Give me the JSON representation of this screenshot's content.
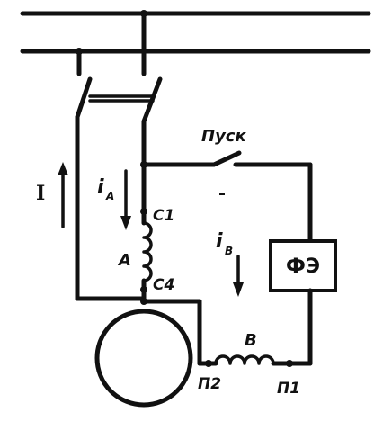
{
  "labels": {
    "start": "Пуск",
    "current_total": "I",
    "current_a_main": "i",
    "current_a_sub": "A",
    "current_b_main": "i",
    "current_b_sub": "B",
    "terminal_c1": "C1",
    "terminal_c4": "C4",
    "winding_a": "A",
    "winding_b": "B",
    "terminal_p1": "П1",
    "terminal_p2": "П2",
    "phase_element": "ФЭ"
  }
}
